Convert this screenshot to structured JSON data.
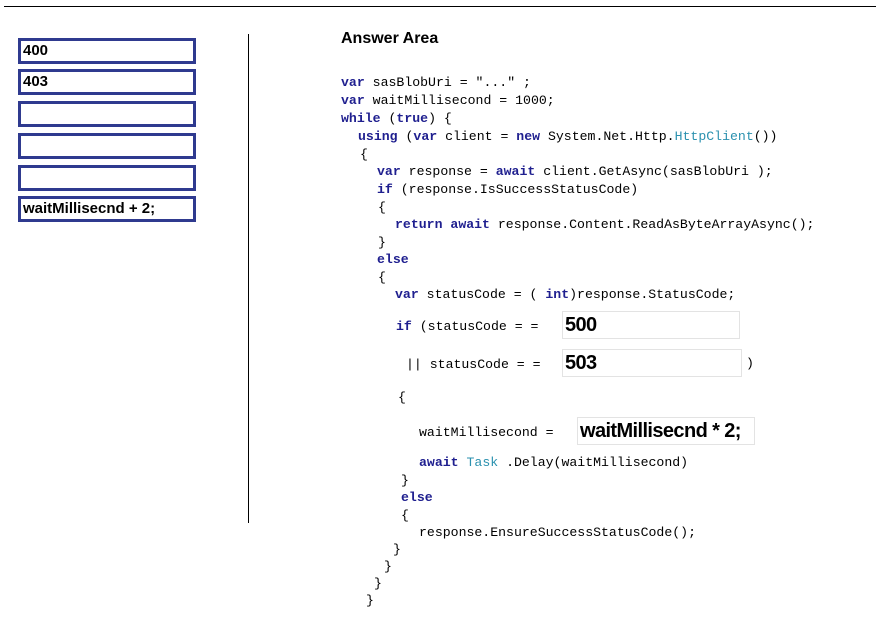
{
  "choices": [
    "400",
    "403",
    "",
    "",
    "",
    "waitMillisecnd + 2;"
  ],
  "answer_area": {
    "title": "Answer Area",
    "line1": {
      "kw": "var",
      "text": " sasBlobUri = \"...\" ;"
    },
    "line2": {
      "kw": "var",
      "text": " waitMillisecond = 1000;"
    },
    "line3": {
      "kw1": "while",
      "mid": " (",
      "kw2": "true",
      "end": ") {"
    },
    "line4": {
      "kw1": "using",
      "a": " (",
      "kw2": "var",
      "b": " client = ",
      "kw3": "new",
      "c": " System.Net.Http.",
      "type": "HttpClient",
      "d": "())"
    },
    "line5": "{",
    "line6": {
      "kw1": "var",
      "a": " response = ",
      "kw2": "await",
      "b": " client.GetAsync(sasBlobUri );"
    },
    "line7": {
      "kw": "if",
      "text": " (response.IsSuccessStatusCode)"
    },
    "line8": "{",
    "line9": {
      "kw1": "return",
      "kw2": "await",
      "text": " response.Content.ReadAsByteArrayAsync();"
    },
    "line10": "}",
    "line11": "else",
    "line12": "{",
    "line13": {
      "kw1": "var",
      "a": " statusCode = ( ",
      "kw2": "int",
      "b": ")response.StatusCode;"
    },
    "line14": {
      "kw": "if",
      "text": " (statusCode = ="
    },
    "line15": "|| statusCode = =",
    "line15_end": ")",
    "line16": "{",
    "line17": "waitMillisecond =",
    "line18": {
      "kw": "await",
      "type": "Task",
      "text": " .Delay(waitMillisecond)"
    },
    "line19": "}",
    "line20": "else",
    "line21": "{",
    "line22": "response.EnsureSuccessStatusCode();",
    "line23": "}",
    "line24": "}",
    "line25": "}",
    "line26": "}",
    "slot1": "500",
    "slot2": "503",
    "slot3": "waitMillisecnd * 2;"
  }
}
